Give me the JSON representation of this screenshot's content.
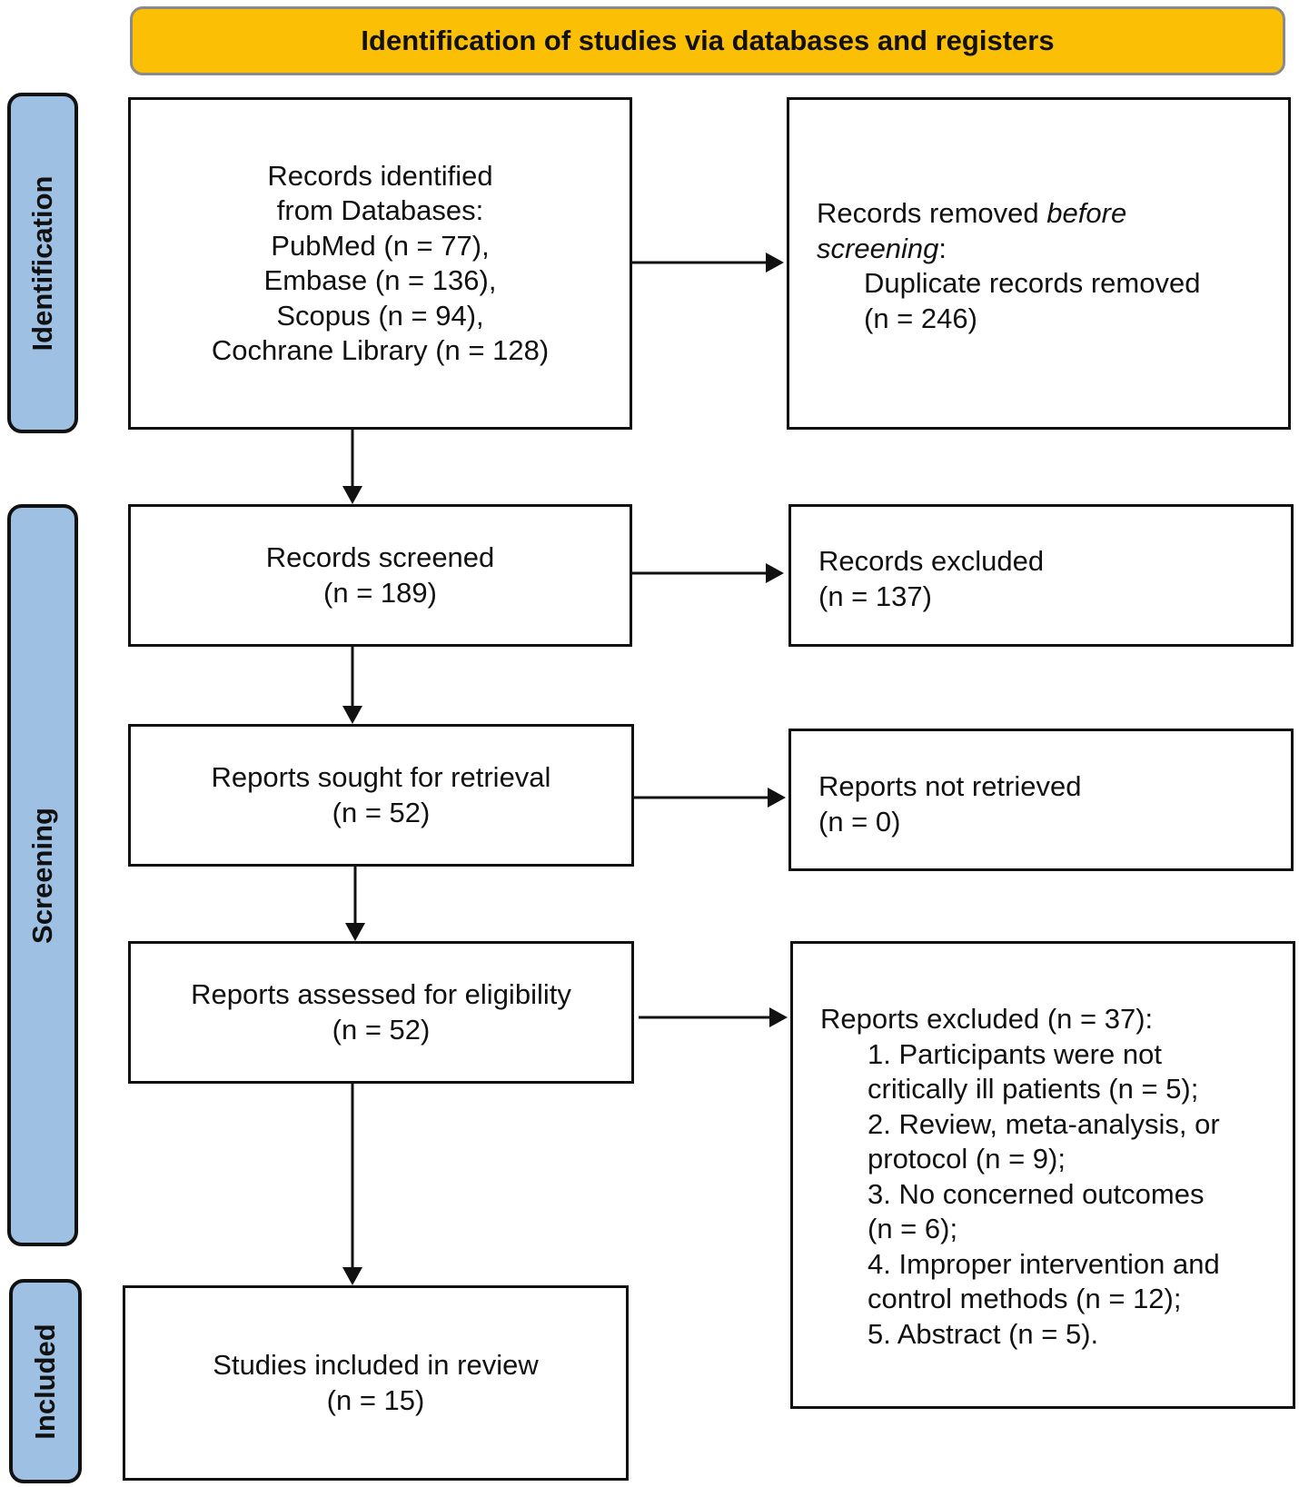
{
  "header": {
    "title": "Identification of studies via databases and registers"
  },
  "phases": {
    "identification": "Identification",
    "screening": "Screening",
    "included": "Included"
  },
  "boxes": {
    "records_identified": {
      "lines": [
        "Records identified",
        "from Databases:",
        "PubMed (n = 77),",
        "Embase (n = 136),",
        "Scopus (n = 94),",
        "Cochrane Library (n = 128)"
      ]
    },
    "records_removed": {
      "title_prefix": "Records removed ",
      "title_italic": "before",
      "line2_italic": "screening",
      "line2_suffix": ":",
      "line3": "Duplicate records removed",
      "line4": "(n = 246)"
    },
    "records_screened": {
      "label": "Records screened",
      "count": "(n = 189)"
    },
    "records_excluded": {
      "label": "Records excluded",
      "count": "(n = 137)"
    },
    "reports_sought": {
      "label": "Reports sought for retrieval",
      "count": "(n = 52)"
    },
    "reports_not_retrieved": {
      "label": "Reports not retrieved",
      "count": "(n = 0)"
    },
    "reports_assessed": {
      "label": "Reports assessed for eligibility",
      "count": "(n = 52)"
    },
    "reports_excluded": {
      "title": "Reports excluded (n = 37):",
      "reasons": [
        "1. Participants were not",
        "critically ill patients (n = 5);",
        "2. Review, meta-analysis, or",
        "protocol (n = 9);",
        "3. No concerned outcomes",
        "(n = 6);",
        "4. Improper intervention and",
        "control methods (n = 12);",
        "5. Abstract (n = 5)."
      ]
    },
    "studies_included": {
      "label": "Studies included in review",
      "count": "(n = 15)"
    }
  }
}
